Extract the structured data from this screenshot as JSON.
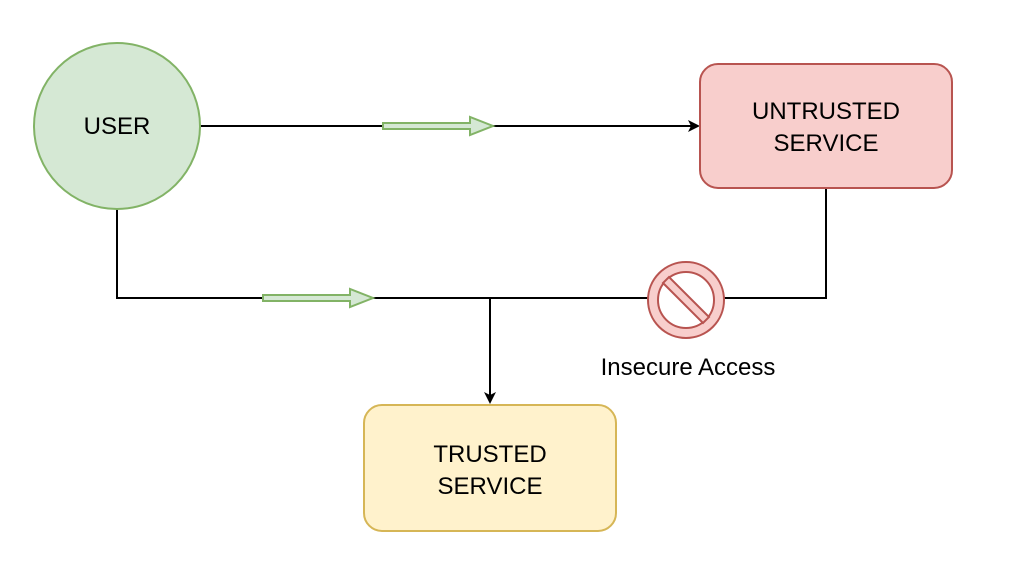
{
  "nodes": {
    "user": {
      "label": "USER",
      "fill": "#d5e8d4",
      "stroke": "#82b366"
    },
    "untrusted_service": {
      "label_lines": [
        "UNTRUSTED",
        "SERVICE"
      ],
      "fill": "#f8cecc",
      "stroke": "#b85450"
    },
    "trusted_service": {
      "label_lines": [
        "TRUSTED",
        "SERVICE"
      ],
      "fill": "#fff2cc",
      "stroke": "#d6b656"
    }
  },
  "annotations": {
    "blocked_label": "Insecure Access"
  },
  "icons": {
    "blocked": "no-entry-icon",
    "flow": "flow-arrow-icon"
  },
  "colors": {
    "connector": "#000000",
    "flow_arrow_fill": "#d5e8d4",
    "flow_arrow_stroke": "#82b366",
    "blocked_fill": "#f8cecc",
    "blocked_stroke": "#b85450"
  }
}
